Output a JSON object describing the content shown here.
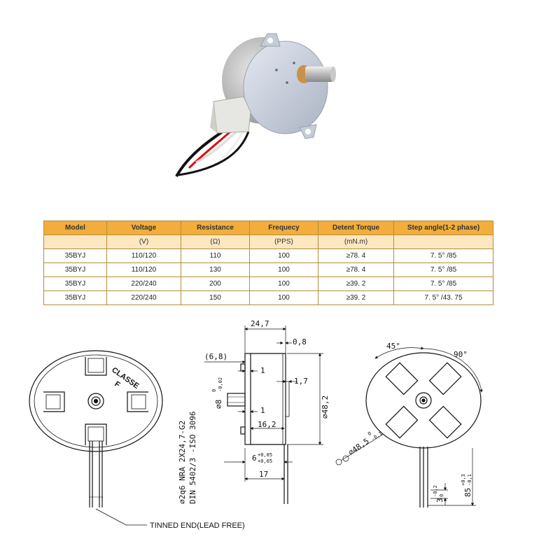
{
  "table": {
    "headers": [
      "Model",
      "Voltage",
      "Resistance",
      "Frequecy",
      "Detent Torque",
      "Step angle(1-2 phase)"
    ],
    "units": [
      "",
      "(V)",
      "(Ω)",
      "(PPS)",
      "(mN.m)",
      ""
    ],
    "rows": [
      [
        "35BYJ",
        "110/120",
        "110",
        "100",
        "≥78. 4",
        "7. 5° /85"
      ],
      [
        "35BYJ",
        "110/120",
        "130",
        "100",
        "≥78. 4",
        "7. 5° /85"
      ],
      [
        "35BYJ",
        "220/240",
        "200",
        "100",
        "≥39. 2",
        "7. 5° /85"
      ],
      [
        "35BYJ",
        "220/240",
        "150",
        "100",
        "≥39. 2",
        "7. 5° /43. 75"
      ]
    ]
  },
  "front_view": {
    "marking_line1": "CLASSE",
    "marking_line2": "F"
  },
  "side_view": {
    "dim_width": "24,7",
    "dim_flange": "0,8",
    "dim_hub": "(6,8)",
    "dim_shaft_main": "8",
    "dim_shaft_tol": "0\n-0,02",
    "dim_shaft_tol_top": "0",
    "dim_shaft_tol_bottom": "-0,02",
    "dim_1a": "1",
    "dim_17": "1,7",
    "dim_1b": "1",
    "dim_diameter": "48,2",
    "dim_162": "16,2",
    "dim_6_main": "6",
    "dim_6_tol_top": "+0,05",
    "dim_6_tol_bottom": "+0,05",
    "dim_17b": "17",
    "note_line1": "2q6 NRA 2X24,7-G2",
    "note_line2": "DIN 5402/3 -ISO 3096"
  },
  "rear_view": {
    "angle_45": "45°",
    "angle_90": "90°",
    "dim_diameter_main": "48,5",
    "dim_diameter_tol_top": "0",
    "dim_diameter_tol_bottom": "-0,1",
    "dim_3_main": "3",
    "dim_3_tol_top": "-0,2",
    "dim_3_tol_bottom": "0",
    "dim_85_main": "85",
    "dim_85_tol_top": "+0,3",
    "dim_85_tol_bottom": "-0,1"
  },
  "tinned_label": "TINNED END(LEAD FREE)",
  "colors": {
    "header_bg": "#f2ad3c",
    "unit_bg": "#fce7c0",
    "border": "#b38f3a"
  }
}
